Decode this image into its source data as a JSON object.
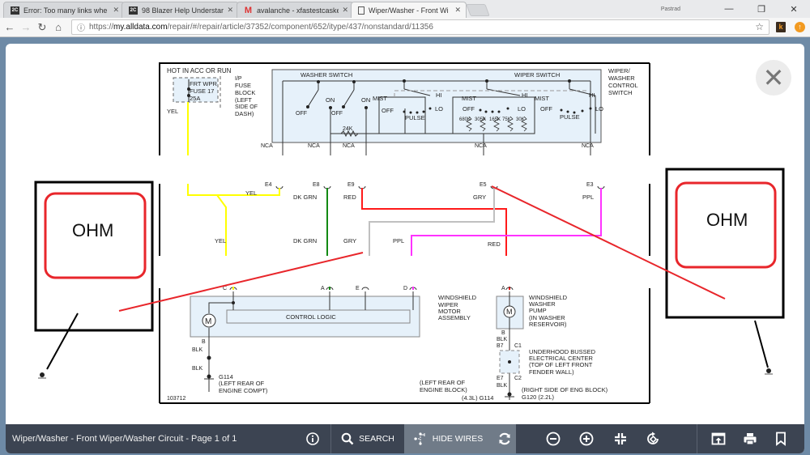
{
  "browser": {
    "tabs": [
      {
        "label": "Error: Too many links whe",
        "favicon": "2carpros-icon",
        "active": false
      },
      {
        "label": "98 Blazer Help Understar",
        "favicon": "2carpros-icon",
        "active": false
      },
      {
        "label": "avalanche - xfastestcaske",
        "favicon": "gmail-icon",
        "active": false
      },
      {
        "label": "Wiper/Washer - Front Wi",
        "favicon": "document-icon",
        "active": true
      }
    ],
    "profile_name": "Pastrad",
    "url_scheme": "https://",
    "url_host": "my.alldata.com",
    "url_path": "/repair/#/repair/article/37352/component/652/itype/437/nonstandard/11356",
    "extensions": [
      {
        "name": "k-extension",
        "glyph": "k"
      },
      {
        "name": "orange-extension",
        "glyph": "●"
      }
    ]
  },
  "modal": {
    "close_glyph": "✕"
  },
  "diagram": {
    "power_source": {
      "title": "HOT IN ACC OR RUN",
      "fuse_lines": [
        "FRT WPR",
        "FUSE 17",
        "25A"
      ],
      "location_lines": [
        "I/P",
        "FUSE",
        "BLOCK",
        "(LEFT",
        "SIDE OF",
        "DASH)"
      ],
      "wire": "YEL"
    },
    "washer_switch": {
      "title": "WASHER SWITCH",
      "labels": [
        "OFF",
        "ON",
        "OFF",
        "ON"
      ],
      "resistor": "24K"
    },
    "wiper_switch": {
      "title": "WIPER SWITCH",
      "labels": [
        "MIST",
        "HI",
        "OFF",
        "LO",
        "PULSE",
        "MIST",
        "HI",
        "OFF",
        "LO",
        "MIST",
        "HI",
        "OFF",
        "LO",
        "PULSE"
      ],
      "resistors": [
        "680K",
        "305K",
        "165K",
        "75K",
        "30K"
      ]
    },
    "control_switch_label": [
      "WIPER/",
      "WASHER",
      "CONTROL",
      "SWITCH"
    ],
    "nca_labels": [
      "NCA",
      "NCA",
      "NCA",
      "NCA",
      "NCA"
    ],
    "connectors_top": [
      "E4",
      "E8",
      "E9",
      "E5",
      "E3"
    ],
    "wires_upper": [
      "YEL",
      "DK GRN",
      "RED",
      "GRY",
      "PPL"
    ],
    "wires_lower": [
      "YEL",
      "DK GRN",
      "GRY",
      "PPL",
      "RED"
    ],
    "connectors_bottom": [
      "C",
      "A",
      "E",
      "D",
      "A"
    ],
    "motor": {
      "label": [
        "WINDSHIELD",
        "WIPER",
        "MOTOR",
        "ASSEMBLY"
      ],
      "control_logic": "CONTROL LOGIC",
      "motor_glyph": "M",
      "pin": "B",
      "wire1": "BLK",
      "wire2": "BLK",
      "ground": [
        "G114",
        "(LEFT REAR OF",
        "ENGINE COMPT)"
      ]
    },
    "pump": {
      "pin_top": "A",
      "label": [
        "WINDSHIELD",
        "WASHER",
        "PUMP",
        "(IN WASHER",
        "RESERVOIR)"
      ],
      "pin": "B",
      "wire": "BLK",
      "motor_glyph": "M"
    },
    "bussed_center": {
      "pins": [
        "B7",
        "C1",
        "E7",
        "C2"
      ],
      "label": [
        "UNDERHOOD BUSSED",
        "ELECTRICAL CENTER",
        "(TOP OF LEFT FRONT",
        "FENDER WALL)"
      ],
      "wire": "BLK"
    },
    "ground_notes": {
      "left": [
        "(LEFT REAR OF",
        "ENGINE BLOCK)",
        "(4.3L) G114"
      ],
      "right": [
        "(RIGHT SIDE OF ENG BLOCK)",
        "G120 (2.2L)"
      ]
    },
    "figure_id": "103712",
    "annotations": {
      "left_meter": "OHM",
      "right_meter": "OHM"
    },
    "wire_colors": {
      "YEL": "#ffff00",
      "DK GRN": "#138a13",
      "RED": "#ff1a1a",
      "GRY": "#c0c0c0",
      "PPL": "#ff33ff",
      "annotation_red": "#e8262b"
    }
  },
  "footer": {
    "title": "Wiper/Washer - Front Wiper/Washer Circuit - Page 1 of 1",
    "search_label": "SEARCH",
    "hide_wires_label": "HIDE WIRES"
  }
}
